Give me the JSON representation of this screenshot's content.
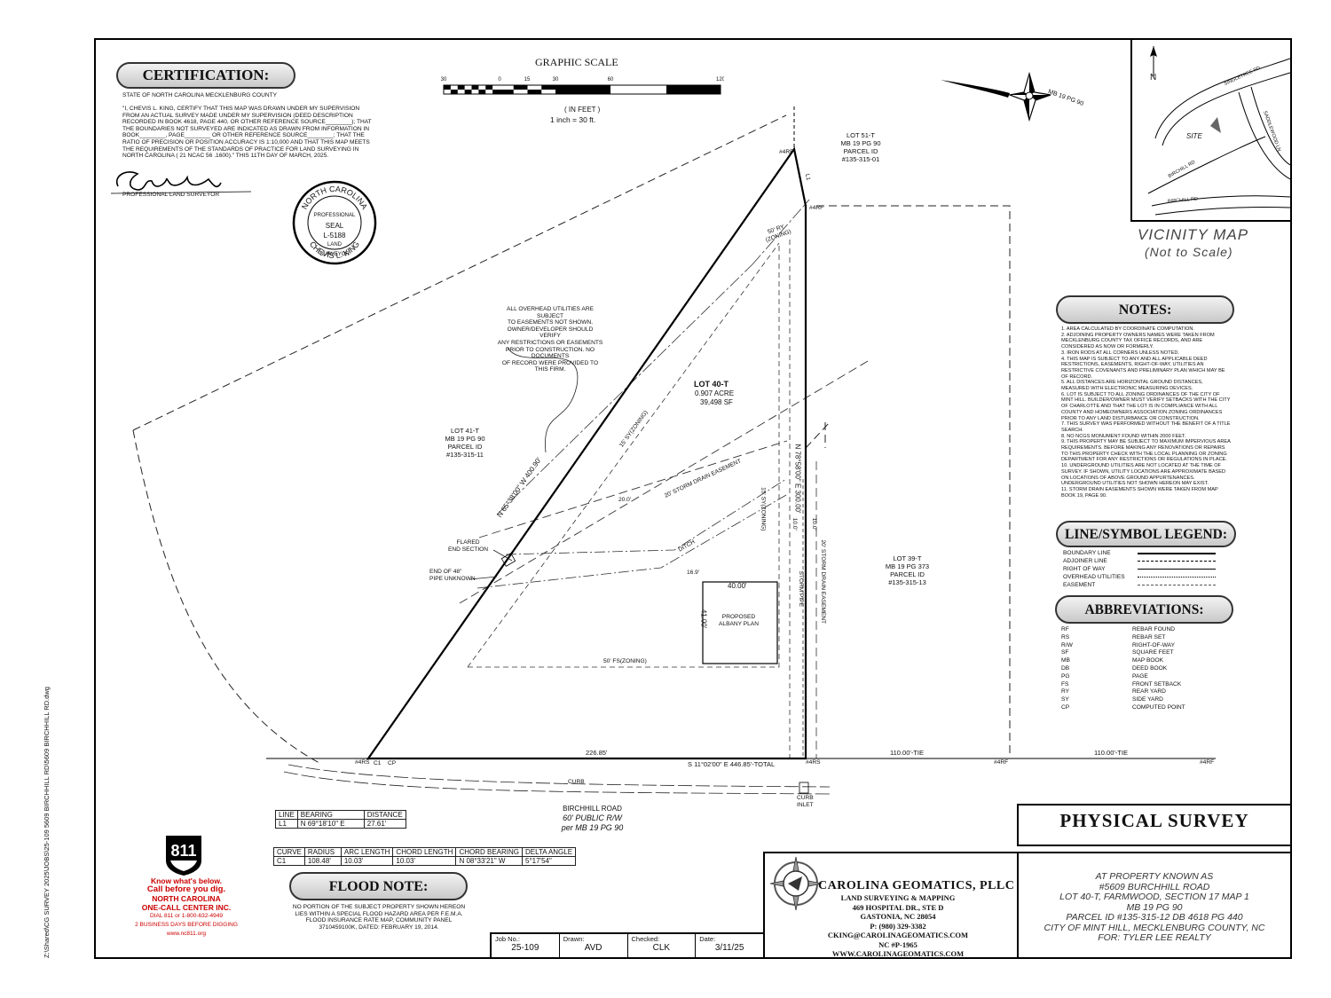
{
  "certification": {
    "title": "CERTIFICATION:",
    "state_line": "STATE OF NORTH CAROLINA MECKLENBURG COUNTY",
    "body": "\"I, CHEVIS L. KING, CERTIFY THAT THIS MAP WAS DRAWN UNDER MY SUPERVISION FROM AN ACTUAL SURVEY MADE UNDER MY SUPERVISION (DEED DESCRIPTION RECORDED IN BOOK 4618, PAGE 440, OR OTHER REFERENCE SOURCE________); THAT THE BOUNDARIES NOT SURVEYED ARE INDICATED AS DRAWN FROM INFORMATION IN BOOK________, PAGE________ OR OTHER REFERENCE SOURCE________; THAT THE RATIO OF PRECISION OR POSITION ACCURACY IS 1:10,000 AND THAT THIS MAP MEETS THE REQUIREMENTS OF THE STANDARDS OF PRACTICE FOR LAND SURVEYING IN NORTH CAROLINA ( 21 NCAC 56 .1600).\" THIS 11th DAY OF MARCH, 2025.",
    "signature_label": "PROFESSIONAL LAND SURVEYOR"
  },
  "seal": {
    "top": "NORTH CAROLINA",
    "ring": "PROFESSIONAL",
    "center": "SEAL",
    "number": "L-5188",
    "ring2": "LAND SURVEYOR",
    "name": "CHEVIS L. KING"
  },
  "graphic_scale": {
    "title": "GRAPHIC SCALE",
    "ticks": [
      "30",
      "0",
      "15",
      "30",
      "60",
      "120"
    ],
    "unit": "( IN FEET )",
    "ratio": "1 inch = 30 ft."
  },
  "north_arrow": {
    "label": "MB 19 PG 90"
  },
  "vicinity": {
    "title": "VICINITY MAP",
    "subtitle": "(Not to Scale)",
    "north": "N",
    "site": "SITE",
    "roads": [
      "SINGLETREE RD",
      "SADDLEWOOD LN",
      "BIRCHILL RD",
      "BIRCHILL RD"
    ]
  },
  "plan": {
    "lot40_title": "LOT 40-T",
    "lot40_acre": "0.907 ACRE",
    "lot40_sf": "39,498 SF",
    "lot41": [
      "LOT 41-T",
      "MB 19 PG 90",
      "PARCEL ID",
      "#135-315-11"
    ],
    "lot51": [
      "LOT 51-T",
      "MB 19 PG 90",
      "PARCEL ID",
      "#135-315-01"
    ],
    "lot39": [
      "LOT 39-T",
      "MB 19 PG 373",
      "PARCEL ID",
      "#135-315-13"
    ],
    "overhead_note": [
      "ALL OVERHEAD UTILITIES ARE SUBJECT",
      "TO EASEMENTS NOT SHOWN.",
      "OWNER/DEVELOPER SHOULD VERIFY",
      "ANY RESTRICTIONS OR EASEMENTS",
      "PRIOR TO CONSTRUCTION. NO DOCUMENTS",
      "OF RECORD WERE PROVIDED TO THIS FIRM."
    ],
    "ry_zoning": [
      "50' RY",
      "(ZONING)"
    ],
    "sy_zoning_left": "15' SY(ZONING)",
    "sy_zoning_right": "15' SY(ZONING)",
    "storm_easement": "20' STORM DRAIN EASEMENT",
    "storm_easement_right": "20' STORM DRAIN EASEMENT",
    "storm_pipe": "STORM PIPE",
    "ditch": "DITCH",
    "dim_20": "20.0'",
    "dim_16": "16.9'",
    "dim_10": "10.0'",
    "dim_10b": "10.0'",
    "west_bearing": "N 65°38'00\" W   400.90'",
    "east_bearing": "N 78°58'00\" E   300.00'",
    "flared": [
      "FLARED",
      "END SECTION"
    ],
    "pipe_end": [
      "END OF 48\"",
      "PIPE UNKNOWN"
    ],
    "house_width": "40.00'",
    "house_depth": "41.00'",
    "house_label": [
      "PROPOSED",
      "ALBANY PLAN"
    ],
    "fs_zoning": "50' FS(ZONING)",
    "south_dim1": "226.85'",
    "south_bearing": "S 11°02'00\" E   446.85'-TOTAL",
    "tie1": "110.00'-TIE",
    "tie2": "110.00'-TIE",
    "curb": "CURB",
    "curb_inlet": [
      "CURB",
      "INLET"
    ],
    "road": [
      "BIRCHHILL ROAD",
      "60' PUBLIC R/W",
      "per MB 19 PG 90"
    ],
    "marks": [
      "#4RF",
      "#4RF",
      "#4RS",
      "C1",
      "CP",
      "#4RS",
      "#4RF",
      "#4RF",
      "L1"
    ]
  },
  "line_table": {
    "headers": [
      "LINE",
      "BEARING",
      "DISTANCE"
    ],
    "rows": [
      [
        "L1",
        "N 69°18'10\" E",
        "27.61'"
      ]
    ]
  },
  "curve_table": {
    "headers": [
      "CURVE",
      "RADIUS",
      "ARC LENGTH",
      "CHORD LENGTH",
      "CHORD BEARING",
      "DELTA ANGLE"
    ],
    "rows": [
      [
        "C1",
        "108.48'",
        "10.03'",
        "10.03'",
        "N 08°33'21\" W",
        "5°17'54\""
      ]
    ]
  },
  "callout_811": {
    "logo": "811",
    "l1": "Know what's below.",
    "l2": "Call before you dig.",
    "l3": "NORTH CAROLINA",
    "l4": "ONE-CALL CENTER INC.",
    "l5": "DIAL 811 or 1-800-632-4949",
    "l6": "2 BUSINESS DAYS BEFORE DIGGING",
    "l7": "www.nc811.org"
  },
  "flood": {
    "title": "FLOOD NOTE:",
    "body": "NO PORTION OF THE SUBJECT PROPERTY SHOWN HEREON LIES WITHIN A SPECIAL FLOOD HAZARD AREA PER F.E.M.A. FLOOD INSURANCE RATE MAP, COMMUNITY PANEL 3710459100K, DATED: FEBRUARY 19, 2014."
  },
  "notes": {
    "title": "NOTES:",
    "items": [
      "1. AREA CALCULATED BY COORDINATE COMPUTATION.",
      "2. ADJOINING PROPERTY OWNERS NAMES WERE TAKEN FROM MECKLENBURG COUNTY TAX OFFICE RECORDS, AND ARE CONSIDERED AS NOW OR FORMERLY.",
      "3. IRON RODS AT ALL CORNERS UNLESS NOTED.",
      "4. THIS MAP IS SUBJECT TO ANY AND ALL APPLICABLE DEED RESTRICTIONS, EASEMENTS, RIGHT-OF-WAY, UTILITIES AN RESTRICTIVE COVENANTS AND PRELIMINARY PLAN WHICH MAY BE OF RECORD.",
      "5. ALL DISTANCES ARE HORIZONTAL GROUND DISTANCES, MEASURED WITH ELECTRONIC MEASURING DEVICES.",
      "6. LOT IS SUBJECT TO ALL ZONING ORDINANCES OF THE CITY OF MINT HILL. BUILDER/OWNER MUST VERIFY SETBACKS WITH THE CITY OF CHARLOTTE AND THAT THE LOT IS IN COMPLIANCE WITH ALL COUNTY AND HOMEOWNERS ASSOCIATION ZONING ORDINANCES PRIOR TO ANY LAND DISTURBANCE OR CONSTRUCTION.",
      "7. THIS SURVEY WAS PERFORMED WITHOUT THE BENEFIT OF A TITLE SEARCH.",
      "8. NO NCGS MONUMENT FOUND WITHIN 2000 FEET.",
      "9. THIS PROPERTY MAY BE SUBJECT TO MAXIMUM IMPERVIOUS AREA REQUIREMENTS. BEFORE MAKING ANY RENOVATIONS OR REPAIRS TO THIS PROPERTY CHECK WITH THE LOCAL PLANNING OR ZONING DEPARTMENT FOR ANY RESTRICTIONS OR REGULATIONS IN PLACE.",
      "10. UNDERGROUND UTILITIES ARE NOT LOCATED AT THE TIME OF SURVEY. IF SHOWN, UTILITY LOCATIONS ARE APPROXIMATE BASED ON LOCATIONS OF ABOVE GROUND APPURTENANCES. UNDERGROUND UTILITIES NOT SHOWN HEREON MAY EXIST.",
      "11. STORM DRAIN EASEMENTS SHOWN WERE TAKEN FROM MAP BOOK 19, PAGE 90."
    ]
  },
  "legend": {
    "title": "LINE/SYMBOL LEGEND:",
    "items": [
      "BOUNDARY LINE",
      "ADJOINER LINE",
      "RIGHT OF WAY",
      "OVERHEAD UTILITIES",
      "EASEMENT"
    ]
  },
  "abbreviations": {
    "title": "ABBREVIATIONS:",
    "items": [
      [
        "RF",
        "REBAR FOUND"
      ],
      [
        "RS",
        "REBAR SET"
      ],
      [
        "R/W",
        "RIGHT-OF-WAY"
      ],
      [
        "SF",
        "SQUARE FEET"
      ],
      [
        "MB",
        "MAP BOOK"
      ],
      [
        "DB",
        "DEED BOOK"
      ],
      [
        "PG",
        "PAGE"
      ],
      [
        "FS",
        "FRONT SETBACK"
      ],
      [
        "RY",
        "REAR YARD"
      ],
      [
        "SY",
        "SIDE YARD"
      ],
      [
        "CP",
        "COMPUTED POINT"
      ]
    ]
  },
  "title_block": {
    "heading": "PHYSICAL SURVEY",
    "company": "CAROLINA GEOMATICS, PLLC",
    "company_sub": "LAND SURVEYING & MAPPING",
    "addr1": "469 HOSPITAL DR., STE D",
    "addr2": "GASTONIA, NC 28054",
    "phone": "P: (980) 329-3382",
    "email": "CKING@CAROLINAGEOMATICS.COM",
    "license": "NC #P-1965",
    "web": "WWW.CAROLINAGEOMATICS.COM",
    "property": [
      "AT PROPERTY KNOWN AS",
      "#5609 BURCHHILL ROAD",
      "LOT 40-T, FARMWOOD, SECTION 17 MAP 1",
      "MB 19 PG 90",
      "PARCEL ID #135-315-12 DB 4618 PG 440",
      "CITY OF MINT HILL, MECKLENBURG COUNTY, NC",
      "FOR: TYLER LEE REALTY"
    ],
    "job": [
      {
        "label": "Job No.:",
        "value": "25-109"
      },
      {
        "label": "Drawn:",
        "value": "AVD"
      },
      {
        "label": "Checked:",
        "value": "CLK"
      },
      {
        "label": "Date:",
        "value": "3/11/25"
      }
    ]
  },
  "file_path": "Z:\\Shared\\CG SURVEY 2025\\JOBS\\25-109 5609 BIRCHHILL RD\\5609 BIRCHHILL RD.dwg"
}
